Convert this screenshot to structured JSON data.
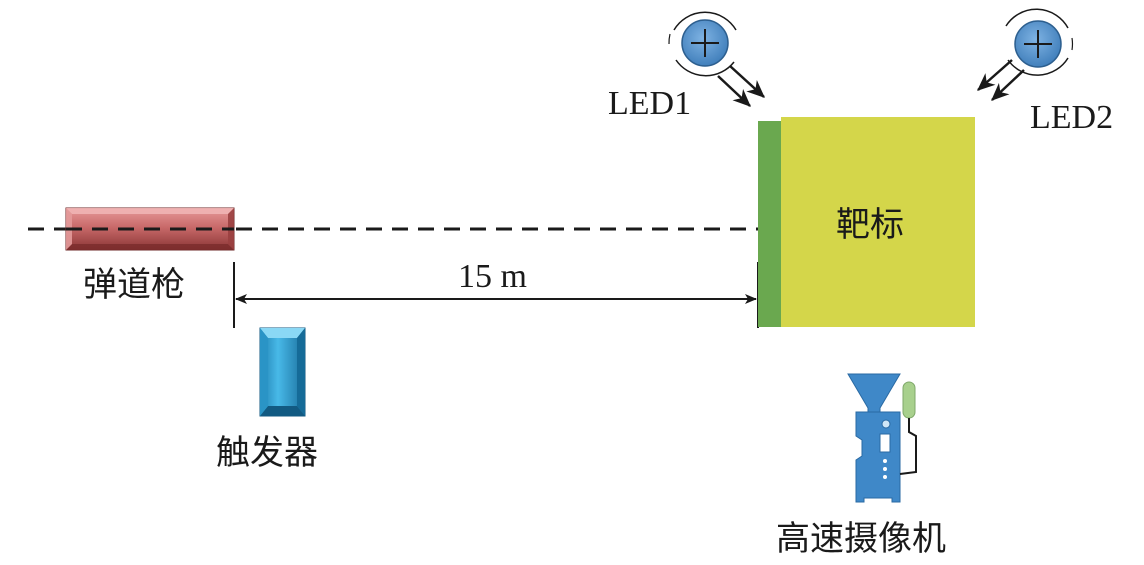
{
  "labels": {
    "gun": "弹道枪",
    "trigger": "触发器",
    "target": "靶标",
    "camera": "高速摄像机",
    "led1": "LED1",
    "led2": "LED2",
    "distance": "15 m"
  },
  "icons": {
    "led1": "led-light-icon",
    "led2": "led-light-icon",
    "camera": "high-speed-camera-icon"
  },
  "colors": {
    "gun": "#c96a6a",
    "trigger": "#3aa9da",
    "target_face": "#d4d64a",
    "target_edge": "#6aa84f",
    "led": "#4f8fcb",
    "camera": "#3f88c8",
    "camera_antenna": "#a8d08d"
  }
}
